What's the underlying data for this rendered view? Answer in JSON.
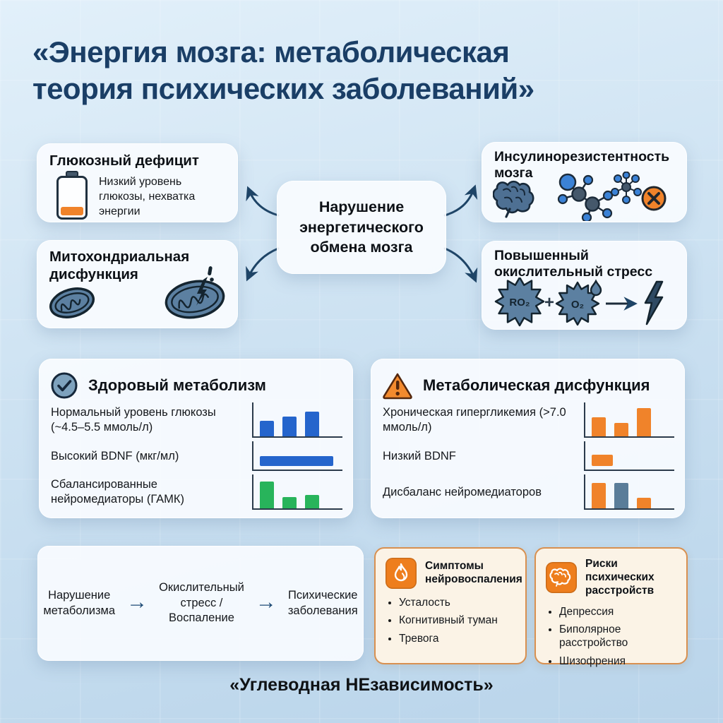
{
  "colors": {
    "accent_navy": "#1a3e66",
    "blue_bar": "#2565cc",
    "green_bar": "#28b45b",
    "orange": "#f0832a",
    "slate": "#5a7d99",
    "cream_border": "#d89050"
  },
  "title": {
    "line1": "«Энергия мозга: метаболическая",
    "line2": "теория психических заболеваний»"
  },
  "flowchart": {
    "center": "Нарушение энергетического обмена мозга",
    "glucose": {
      "title": "Глюкозный дефицит",
      "desc": "Низкий уровень глюкозы, нехватка энергии",
      "icon": "battery-low-icon"
    },
    "mito": {
      "title": "Митохондриальная дисфункция",
      "icon": "mitochondria-icon"
    },
    "insulin": {
      "title": "Инсулинорезистентность мозга",
      "icons": [
        "brain-icon",
        "glucose-molecule-icon",
        "insulin-molecule-icon",
        "x-circle-icon"
      ]
    },
    "oxidative": {
      "title": "Повышенный окислительный стресс",
      "ro2_label": "RO₂",
      "o2_label": "O₂",
      "plus": "+",
      "icons": [
        "radical-burst-icon",
        "oxygen-burst-icon",
        "lightning-icon"
      ]
    }
  },
  "healthy": {
    "title": "Здоровый метаболизм",
    "icon": "check-circle-icon",
    "rows": [
      {
        "label": "Нормальный уровень глюкозы (~4.5–5.5 ммоль/л)",
        "chart": {
          "type": "vbars",
          "bars": [
            {
              "h": 22,
              "c": "#2565cc"
            },
            {
              "h": 28,
              "c": "#2565cc"
            },
            {
              "h": 35,
              "c": "#2565cc"
            }
          ]
        }
      },
      {
        "label": "Высокий BDNF (мкг/мл)",
        "chart": {
          "type": "hbar",
          "w": 104,
          "h": 14,
          "c": "#2565cc"
        }
      },
      {
        "label": "Сбалансированные нейромедиаторы (ГАМК)",
        "chart": {
          "type": "vbars",
          "bars": [
            {
              "h": 38,
              "c": "#28b45b"
            },
            {
              "h": 16,
              "c": "#28b45b"
            },
            {
              "h": 19,
              "c": "#28b45b"
            }
          ]
        }
      }
    ]
  },
  "dysfunction": {
    "title": "Метаболическая дисфункция",
    "icon": "warning-triangle-icon",
    "rows": [
      {
        "label": "Хроническая гипергликемия (>7.0 ммоль/л)",
        "chart": {
          "type": "vbars",
          "bars": [
            {
              "h": 27,
              "c": "#f0832a"
            },
            {
              "h": 19,
              "c": "#f0832a"
            },
            {
              "h": 40,
              "c": "#f0832a"
            }
          ]
        }
      },
      {
        "label": "Низкий BDNF",
        "chart": {
          "type": "hbar",
          "w": 30,
          "h": 16,
          "c": "#f0832a"
        }
      },
      {
        "label": "Дисбаланс нейромедиаторов",
        "chart": {
          "type": "vbars",
          "bars": [
            {
              "h": 36,
              "c": "#f0832a"
            },
            {
              "h": 36,
              "c": "#5a7d99"
            },
            {
              "h": 15,
              "c": "#f0832a"
            }
          ]
        }
      }
    ]
  },
  "cascade": {
    "steps": [
      "Нарушение метаболизма",
      "Окислительный стресс / Воспаление",
      "Психические заболевания"
    ],
    "arrow": "→"
  },
  "symptoms": {
    "title": "Симптомы нейровоспаления",
    "icon": "flame-icon",
    "items": [
      "Усталость",
      "Когнитивный туман",
      "Тревога"
    ]
  },
  "risks": {
    "title": "Риски психических расстройств",
    "icon": "brain-badge-icon",
    "items": [
      "Депрессия",
      "Биполярное расстройство",
      "Шизофрения"
    ]
  },
  "footer": "«Углеводная НЕзависимость»"
}
